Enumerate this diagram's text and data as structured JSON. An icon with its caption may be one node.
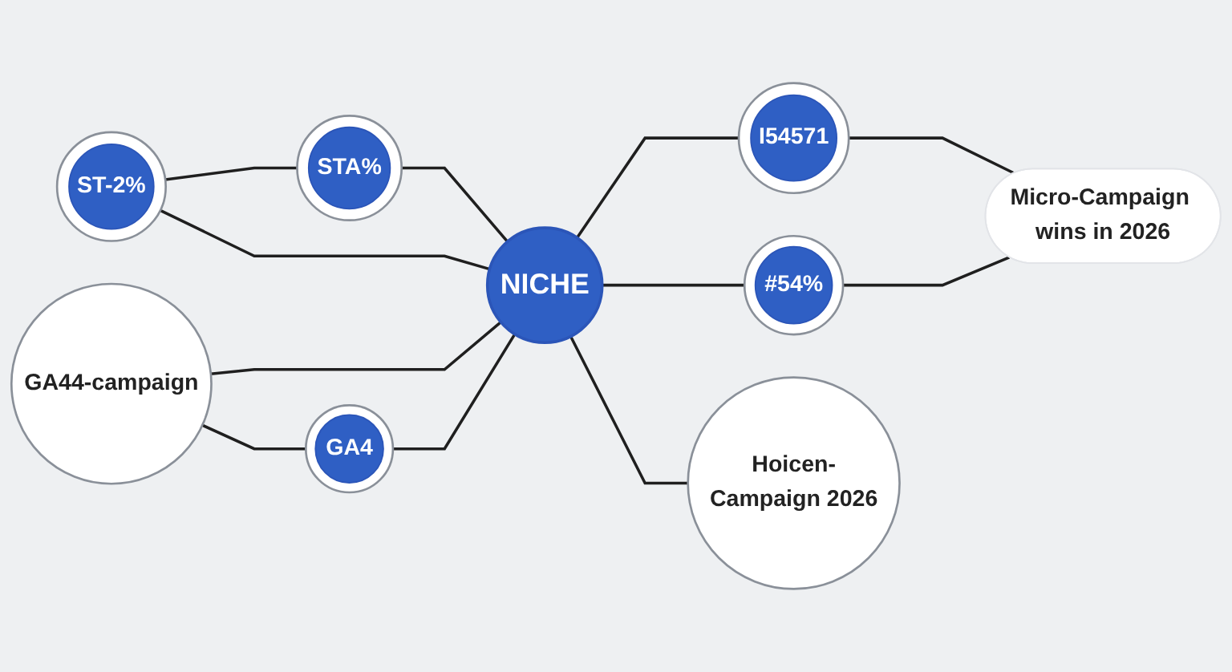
{
  "diagram": {
    "nodes": [
      {
        "text": [
          "STA%"
        ]
      },
      {
        "text": [
          "I54571"
        ]
      },
      {
        "text": [
          "ST-2%"
        ]
      },
      {
        "text": [
          "Micro-Campaign wins in 2026"
        ]
      },
      {
        "text": [
          "NICHE"
        ]
      },
      {
        "text": [
          "#54%"
        ]
      },
      {
        "text": [
          "GA44-campaign"
        ]
      },
      {
        "text": [
          "GA4"
        ]
      },
      {
        "text": [
          "Hoicen-Campaign 2026"
        ]
      }
    ],
    "edges": [
      {
        "from": 2,
        "to": 0,
        "arrow": "none"
      },
      {
        "from": 0,
        "to": 4,
        "arrow": "none"
      },
      {
        "from": 2,
        "to": 4,
        "arrow": "none"
      },
      {
        "from": 4,
        "to": 1,
        "arrow": "none"
      },
      {
        "from": 1,
        "to": 3,
        "arrow": "none"
      },
      {
        "from": 5,
        "to": 3,
        "arrow": "none"
      },
      {
        "from": 4,
        "to": 5,
        "arrow": "none"
      },
      {
        "from": 6,
        "to": 4,
        "arrow": "none"
      },
      {
        "from": 7,
        "to": 4,
        "arrow": "none"
      },
      {
        "from": 6,
        "to": 7,
        "arrow": "none"
      },
      {
        "from": 4,
        "to": 8,
        "arrow": "none"
      }
    ]
  }
}
